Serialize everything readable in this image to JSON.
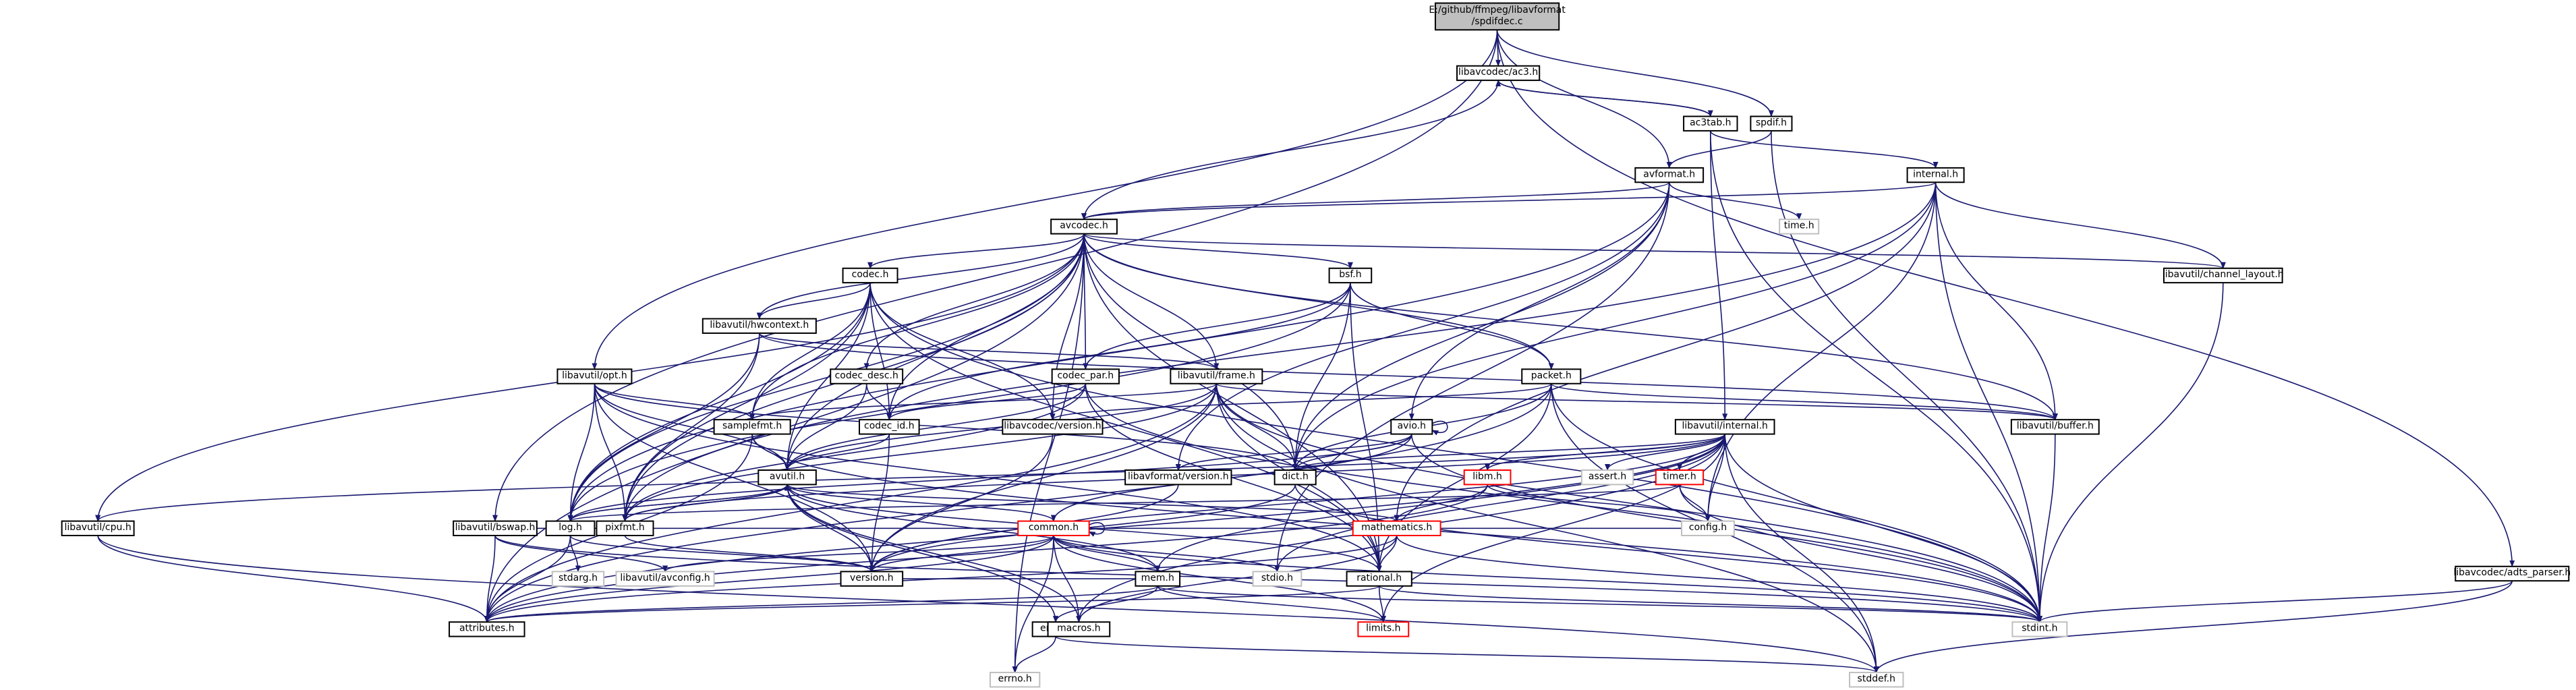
{
  "graph": {
    "edge_color": "#191970",
    "root_fill": "#bfbfbf",
    "border_colors": {
      "normal": "#000000",
      "grey": "#bfbfbf",
      "red": "#ff0000"
    },
    "nodes": {
      "root": {
        "lines": [
          "E:/github/ffmpeg/libavformat",
          "/spdifdec.c"
        ],
        "style": "root"
      },
      "ac3h": {
        "lines": [
          "libavcodec/ac3.h"
        ]
      },
      "ac3tab": {
        "lines": [
          "ac3tab.h"
        ]
      },
      "spdif": {
        "lines": [
          "spdif.h"
        ]
      },
      "avformat": {
        "lines": [
          "avformat.h"
        ]
      },
      "internal": {
        "lines": [
          "internal.h"
        ]
      },
      "avcodec": {
        "lines": [
          "avcodec.h"
        ]
      },
      "time": {
        "lines": [
          "time.h"
        ],
        "style": "grey"
      },
      "codec": {
        "lines": [
          "codec.h"
        ]
      },
      "chlayout": {
        "lines": [
          "libavutil/channel_layout.h"
        ]
      },
      "bsf": {
        "lines": [
          "bsf.h"
        ]
      },
      "hwcontext": {
        "lines": [
          "libavutil/hwcontext.h"
        ]
      },
      "codecdesc": {
        "lines": [
          "codec_desc.h"
        ]
      },
      "codecpar": {
        "lines": [
          "codec_par.h"
        ]
      },
      "frame": {
        "lines": [
          "libavutil/frame.h"
        ]
      },
      "packet": {
        "lines": [
          "packet.h"
        ]
      },
      "opt": {
        "lines": [
          "libavutil/opt.h"
        ]
      },
      "samplefmt": {
        "lines": [
          "samplefmt.h"
        ]
      },
      "codecid": {
        "lines": [
          "codec_id.h"
        ]
      },
      "lavcversion": {
        "lines": [
          "libavcodec/version.h"
        ]
      },
      "avio": {
        "lines": [
          "avio.h"
        ]
      },
      "lavfversion": {
        "lines": [
          "libavformat/version.h"
        ]
      },
      "dict": {
        "lines": [
          "dict.h"
        ]
      },
      "lavuinternal": {
        "lines": [
          "libavutil/internal.h"
        ]
      },
      "libm": {
        "lines": [
          "libm.h"
        ],
        "style": "red"
      },
      "assert": {
        "lines": [
          "assert.h"
        ],
        "style": "grey"
      },
      "timer": {
        "lines": [
          "timer.h"
        ],
        "style": "red"
      },
      "buffer": {
        "lines": [
          "libavutil/buffer.h"
        ]
      },
      "avutil": {
        "lines": [
          "avutil.h"
        ]
      },
      "cpu": {
        "lines": [
          "libavutil/cpu.h"
        ]
      },
      "bswap": {
        "lines": [
          "libavutil/bswap.h"
        ]
      },
      "log": {
        "lines": [
          "log.h"
        ]
      },
      "pixfmt": {
        "lines": [
          "pixfmt.h"
        ]
      },
      "common": {
        "lines": [
          "common.h"
        ],
        "style": "red"
      },
      "mathematics": {
        "lines": [
          "mathematics.h"
        ],
        "style": "red"
      },
      "config": {
        "lines": [
          "config.h"
        ],
        "style": "grey"
      },
      "stdarg": {
        "lines": [
          "stdarg.h"
        ],
        "style": "grey"
      },
      "avconfig": {
        "lines": [
          "libavutil/avconfig.h"
        ],
        "style": "grey"
      },
      "version": {
        "lines": [
          "version.h"
        ]
      },
      "mem": {
        "lines": [
          "mem.h"
        ]
      },
      "stdio": {
        "lines": [
          "stdio.h"
        ],
        "style": "grey"
      },
      "rational": {
        "lines": [
          "rational.h"
        ]
      },
      "adts": {
        "lines": [
          "libavcodec/adts_parser.h"
        ]
      },
      "attributes": {
        "lines": [
          "attributes.h"
        ]
      },
      "error": {
        "lines": [
          "error.h"
        ]
      },
      "macros": {
        "lines": [
          "macros.h"
        ]
      },
      "limits": {
        "lines": [
          "limits.h"
        ],
        "style": "red"
      },
      "stdint": {
        "lines": [
          "stdint.h"
        ],
        "style": "grey"
      },
      "errno": {
        "lines": [
          "errno.h"
        ],
        "style": "grey"
      },
      "stddef": {
        "lines": [
          "stddef.h"
        ],
        "style": "grey"
      }
    },
    "edges": [
      [
        "root",
        "ac3h"
      ],
      [
        "root",
        "spdif"
      ],
      [
        "root",
        "avformat"
      ],
      [
        "root",
        "opt"
      ],
      [
        "root",
        "bswap"
      ],
      [
        "root",
        "adts"
      ],
      [
        "ac3h",
        "ac3tab"
      ],
      [
        "ac3h",
        "avcodec"
      ],
      [
        "ac3tab",
        "ac3h"
      ],
      [
        "ac3tab",
        "lavuinternal"
      ],
      [
        "ac3tab",
        "stdint"
      ],
      [
        "ac3tab",
        "internal"
      ],
      [
        "spdif",
        "avformat"
      ],
      [
        "spdif",
        "stdint"
      ],
      [
        "avformat",
        "time"
      ],
      [
        "avformat",
        "stdio"
      ],
      [
        "avformat",
        "avcodec"
      ],
      [
        "avformat",
        "dict"
      ],
      [
        "avformat",
        "log"
      ],
      [
        "avformat",
        "avio"
      ],
      [
        "avformat",
        "lavfversion"
      ],
      [
        "internal",
        "stdint"
      ],
      [
        "internal",
        "chlayout"
      ],
      [
        "internal",
        "buffer"
      ],
      [
        "internal",
        "config"
      ],
      [
        "internal",
        "avcodec"
      ],
      [
        "internal",
        "mathematics"
      ],
      [
        "internal",
        "pixfmt"
      ],
      [
        "internal",
        "dict"
      ],
      [
        "avcodec",
        "errno"
      ],
      [
        "avcodec",
        "samplefmt"
      ],
      [
        "avcodec",
        "attributes"
      ],
      [
        "avcodec",
        "avutil"
      ],
      [
        "avcodec",
        "buffer"
      ],
      [
        "avcodec",
        "cpu"
      ],
      [
        "avcodec",
        "chlayout"
      ],
      [
        "avcodec",
        "dict"
      ],
      [
        "avcodec",
        "frame"
      ],
      [
        "avcodec",
        "log"
      ],
      [
        "avcodec",
        "pixfmt"
      ],
      [
        "avcodec",
        "rational"
      ],
      [
        "avcodec",
        "codec"
      ],
      [
        "avcodec",
        "codecdesc"
      ],
      [
        "avcodec",
        "codecid"
      ],
      [
        "avcodec",
        "packet"
      ],
      [
        "avcodec",
        "lavcversion"
      ],
      [
        "avcodec",
        "bsf"
      ],
      [
        "avcodec",
        "codecpar"
      ],
      [
        "avcodec",
        "hwcontext"
      ],
      [
        "codec",
        "stdint"
      ],
      [
        "codec",
        "avutil"
      ],
      [
        "codec",
        "hwcontext"
      ],
      [
        "codec",
        "log"
      ],
      [
        "codec",
        "pixfmt"
      ],
      [
        "codec",
        "rational"
      ],
      [
        "codec",
        "samplefmt"
      ],
      [
        "codec",
        "codecid"
      ],
      [
        "codec",
        "lavcversion"
      ],
      [
        "chlayout",
        "stdint"
      ],
      [
        "bsf",
        "dict"
      ],
      [
        "bsf",
        "log"
      ],
      [
        "bsf",
        "rational"
      ],
      [
        "bsf",
        "codecid"
      ],
      [
        "bsf",
        "codecpar"
      ],
      [
        "bsf",
        "packet"
      ],
      [
        "hwcontext",
        "buffer"
      ],
      [
        "hwcontext",
        "frame"
      ],
      [
        "hwcontext",
        "log"
      ],
      [
        "hwcontext",
        "pixfmt"
      ],
      [
        "codecdesc",
        "avutil"
      ],
      [
        "codecdesc",
        "codecid"
      ],
      [
        "codecpar",
        "stdint"
      ],
      [
        "codecpar",
        "avutil"
      ],
      [
        "codecpar",
        "rational"
      ],
      [
        "codecpar",
        "pixfmt"
      ],
      [
        "codecpar",
        "codecid"
      ],
      [
        "frame",
        "stddef"
      ],
      [
        "frame",
        "stdint"
      ],
      [
        "frame",
        "avutil"
      ],
      [
        "frame",
        "buffer"
      ],
      [
        "frame",
        "dict"
      ],
      [
        "frame",
        "rational"
      ],
      [
        "frame",
        "samplefmt"
      ],
      [
        "frame",
        "pixfmt"
      ],
      [
        "frame",
        "version"
      ],
      [
        "frame",
        "attributes"
      ],
      [
        "packet",
        "stddef"
      ],
      [
        "packet",
        "stdint"
      ],
      [
        "packet",
        "attributes"
      ],
      [
        "packet",
        "buffer"
      ],
      [
        "packet",
        "dict"
      ],
      [
        "packet",
        "rational"
      ],
      [
        "packet",
        "lavcversion"
      ],
      [
        "opt",
        "rational"
      ],
      [
        "opt",
        "avutil"
      ],
      [
        "opt",
        "dict"
      ],
      [
        "opt",
        "log"
      ],
      [
        "opt",
        "pixfmt"
      ],
      [
        "opt",
        "samplefmt"
      ],
      [
        "opt",
        "version"
      ],
      [
        "samplefmt",
        "stdint"
      ],
      [
        "samplefmt",
        "avutil"
      ],
      [
        "samplefmt",
        "attributes"
      ],
      [
        "codecid",
        "avutil"
      ],
      [
        "codecid",
        "version"
      ],
      [
        "lavcversion",
        "version"
      ],
      [
        "avio",
        "stdint"
      ],
      [
        "avio",
        "common"
      ],
      [
        "avio",
        "dict"
      ],
      [
        "avio",
        "log"
      ],
      [
        "avio",
        "lavfversion"
      ],
      [
        "avio",
        "avio"
      ],
      [
        "lavfversion",
        "version"
      ],
      [
        "dict",
        "stdint"
      ],
      [
        "dict",
        "version"
      ],
      [
        "lavuinternal",
        "limits"
      ],
      [
        "lavuinternal",
        "stdint"
      ],
      [
        "lavuinternal",
        "stddef"
      ],
      [
        "lavuinternal",
        "assert"
      ],
      [
        "lavuinternal",
        "config"
      ],
      [
        "lavuinternal",
        "attributes"
      ],
      [
        "lavuinternal",
        "timer"
      ],
      [
        "lavuinternal",
        "cpu"
      ],
      [
        "lavuinternal",
        "dict"
      ],
      [
        "lavuinternal",
        "macros"
      ],
      [
        "lavuinternal",
        "mem"
      ],
      [
        "lavuinternal",
        "pixfmt"
      ],
      [
        "lavuinternal",
        "version"
      ],
      [
        "lavuinternal",
        "libm"
      ],
      [
        "lavuinternal",
        "stdio"
      ],
      [
        "libm",
        "config"
      ],
      [
        "libm",
        "attributes"
      ],
      [
        "libm",
        "mathematics"
      ],
      [
        "timer",
        "config"
      ],
      [
        "timer",
        "stdint"
      ],
      [
        "timer",
        "log"
      ],
      [
        "buffer",
        "stdint"
      ],
      [
        "avutil",
        "common"
      ],
      [
        "avutil",
        "error"
      ],
      [
        "avutil",
        "rational"
      ],
      [
        "avutil",
        "version"
      ],
      [
        "avutil",
        "macros"
      ],
      [
        "avutil",
        "mathematics"
      ],
      [
        "avutil",
        "log"
      ],
      [
        "avutil",
        "pixfmt"
      ],
      [
        "cpu",
        "attributes"
      ],
      [
        "cpu",
        "stddef"
      ],
      [
        "bswap",
        "stdint"
      ],
      [
        "bswap",
        "avconfig"
      ],
      [
        "bswap",
        "attributes"
      ],
      [
        "bswap",
        "config"
      ],
      [
        "log",
        "stdarg"
      ],
      [
        "log",
        "avutil"
      ],
      [
        "log",
        "attributes"
      ],
      [
        "log",
        "version"
      ],
      [
        "pixfmt",
        "avutil"
      ],
      [
        "pixfmt",
        "version"
      ],
      [
        "common",
        "errno"
      ],
      [
        "common",
        "limits"
      ],
      [
        "common",
        "stdint"
      ],
      [
        "common",
        "stdio"
      ],
      [
        "common",
        "attributes"
      ],
      [
        "common",
        "macros"
      ],
      [
        "common",
        "version"
      ],
      [
        "common",
        "avconfig"
      ],
      [
        "common",
        "mem"
      ],
      [
        "common",
        "common"
      ],
      [
        "mathematics",
        "stdint"
      ],
      [
        "mathematics",
        "attributes"
      ],
      [
        "mathematics",
        "rational"
      ],
      [
        "mathematics",
        "macros"
      ],
      [
        "mem",
        "limits"
      ],
      [
        "mem",
        "stdint"
      ],
      [
        "mem",
        "attributes"
      ],
      [
        "mem",
        "error"
      ],
      [
        "mem",
        "avutil"
      ],
      [
        "mem",
        "version"
      ],
      [
        "rational",
        "stdint"
      ],
      [
        "rational",
        "limits"
      ],
      [
        "rational",
        "attributes"
      ],
      [
        "adts",
        "stdint"
      ],
      [
        "adts",
        "stddef"
      ],
      [
        "error",
        "errno"
      ],
      [
        "error",
        "stddef"
      ],
      [
        "error",
        "macros"
      ]
    ]
  }
}
